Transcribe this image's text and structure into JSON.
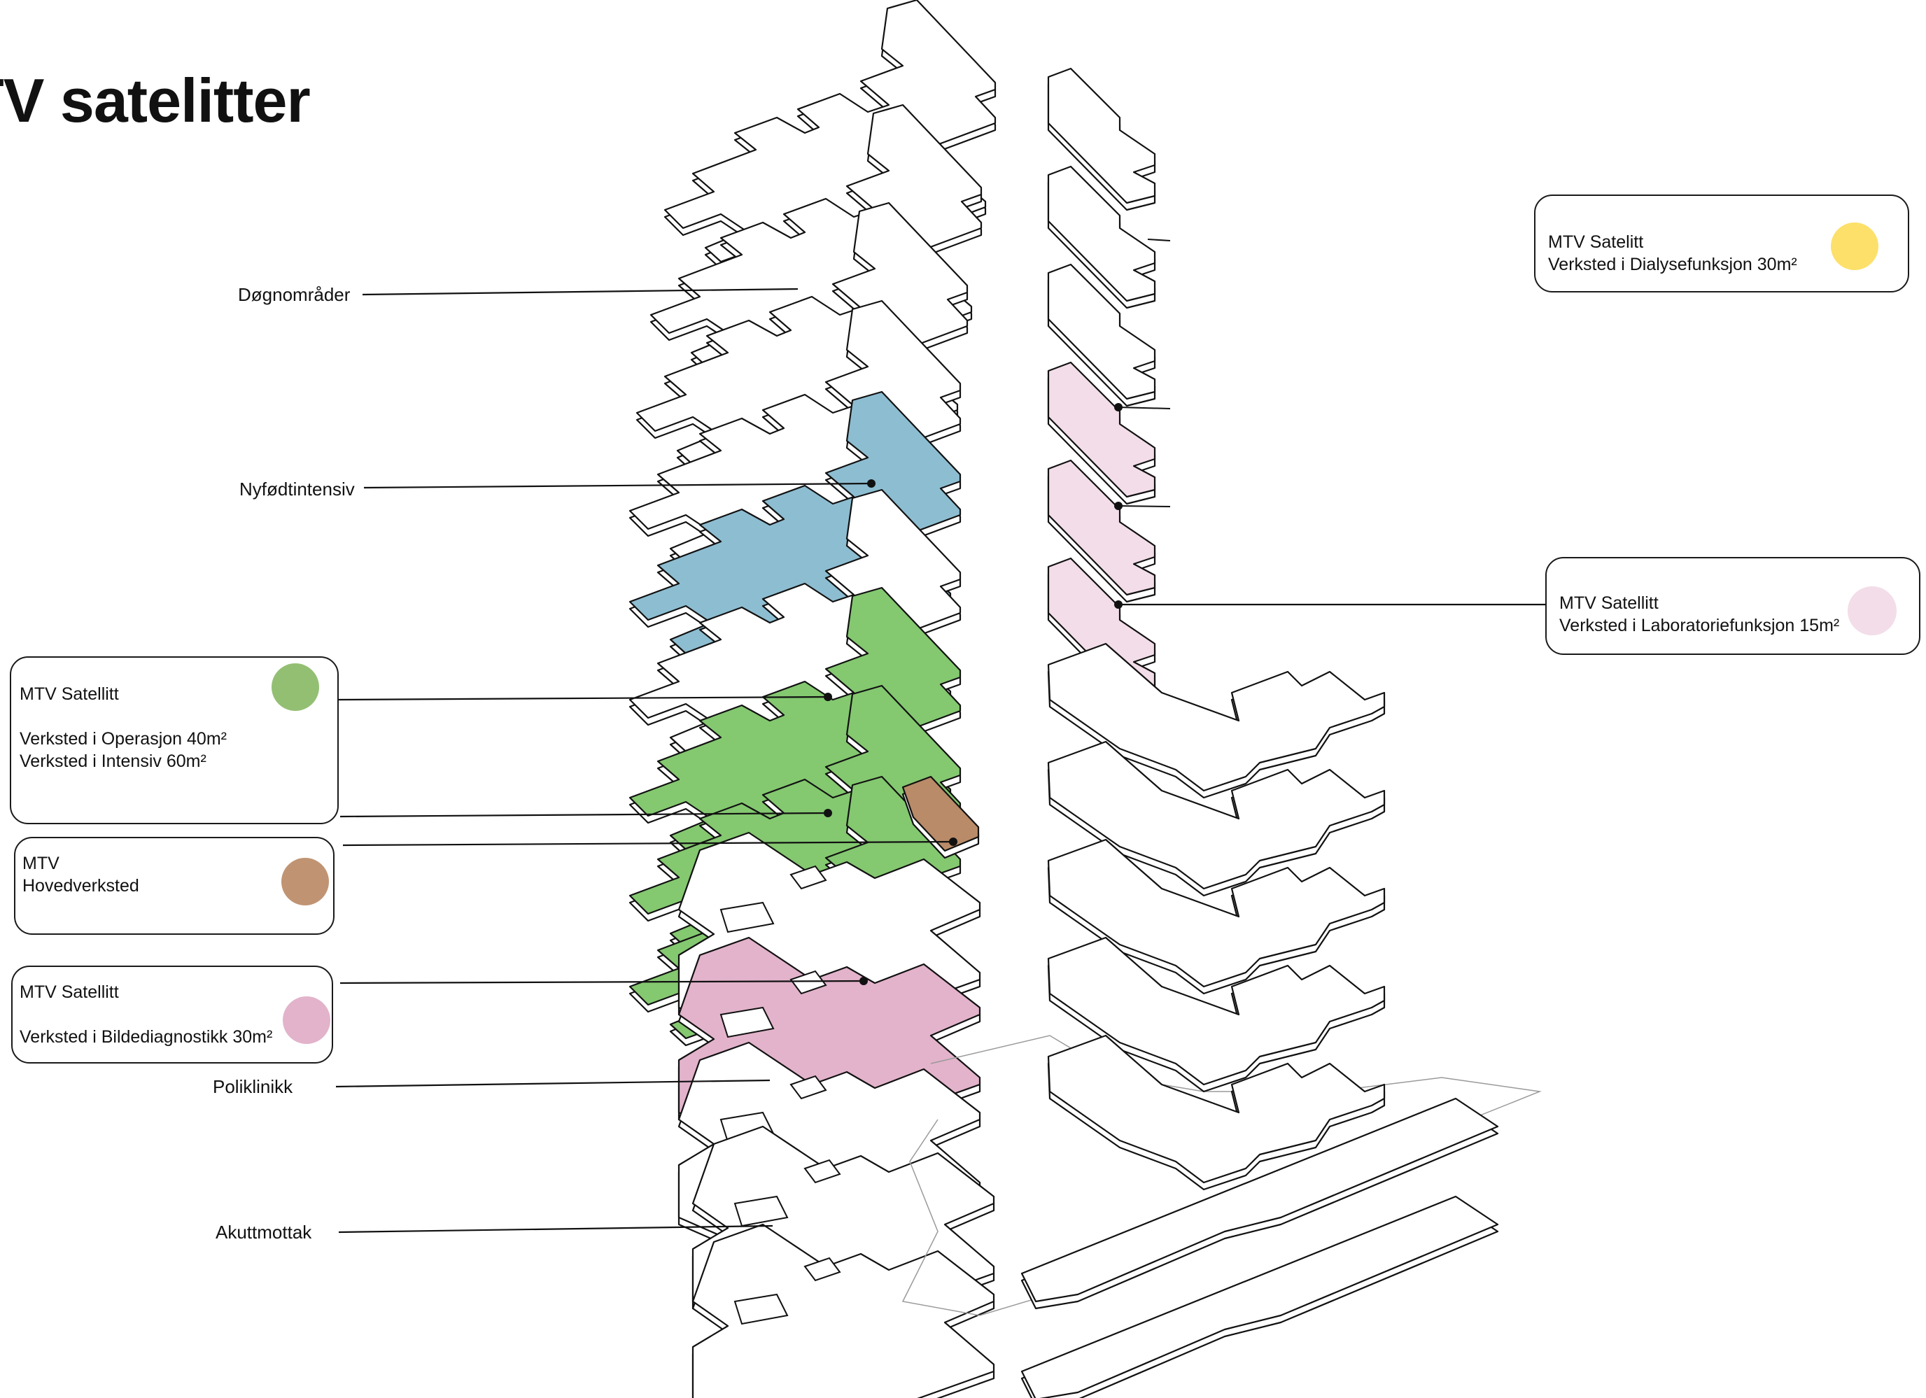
{
  "title": "TV satelitter",
  "floor_labels": {
    "dognomrader": "Døgnområder",
    "nyfodtintensiv": "Nyfødtintensiv",
    "poliklinikk": "Poliklinikk",
    "akuttmottak": "Akuttmottak"
  },
  "legend": {
    "dialyse": {
      "line1": "MTV Satelitt",
      "line2": "Verksted i Dialysefunksjon 30m²",
      "color": "#fce06a"
    },
    "laboratorie": {
      "line1": "MTV Satellitt",
      "line2": "Verksted i Laboratoriefunksjon 15m²",
      "color": "#f2dde8"
    },
    "operasjon": {
      "line1": "MTV Satellitt",
      "line2": "Verksted i Operasjon 40m²",
      "line3": "Verksted i Intensiv 60m²",
      "color": "#93bf73"
    },
    "hovedverksted": {
      "line1": "MTV",
      "line2": "Hovedverksted",
      "color": "#c09473"
    },
    "bildediagnostikk": {
      "line1": "MTV Satellitt",
      "line2": "Verksted i Bildediagnostikk 30m²",
      "color": "#e2b3cb"
    }
  },
  "floor_colors": {
    "nyfodtintensiv": "#8dbdd1",
    "operasjon": "#84c870",
    "hovedverksted": "#b98b68",
    "bildediagnostikk": "#e2b3cb",
    "laboratorie": "#f2dde8"
  }
}
